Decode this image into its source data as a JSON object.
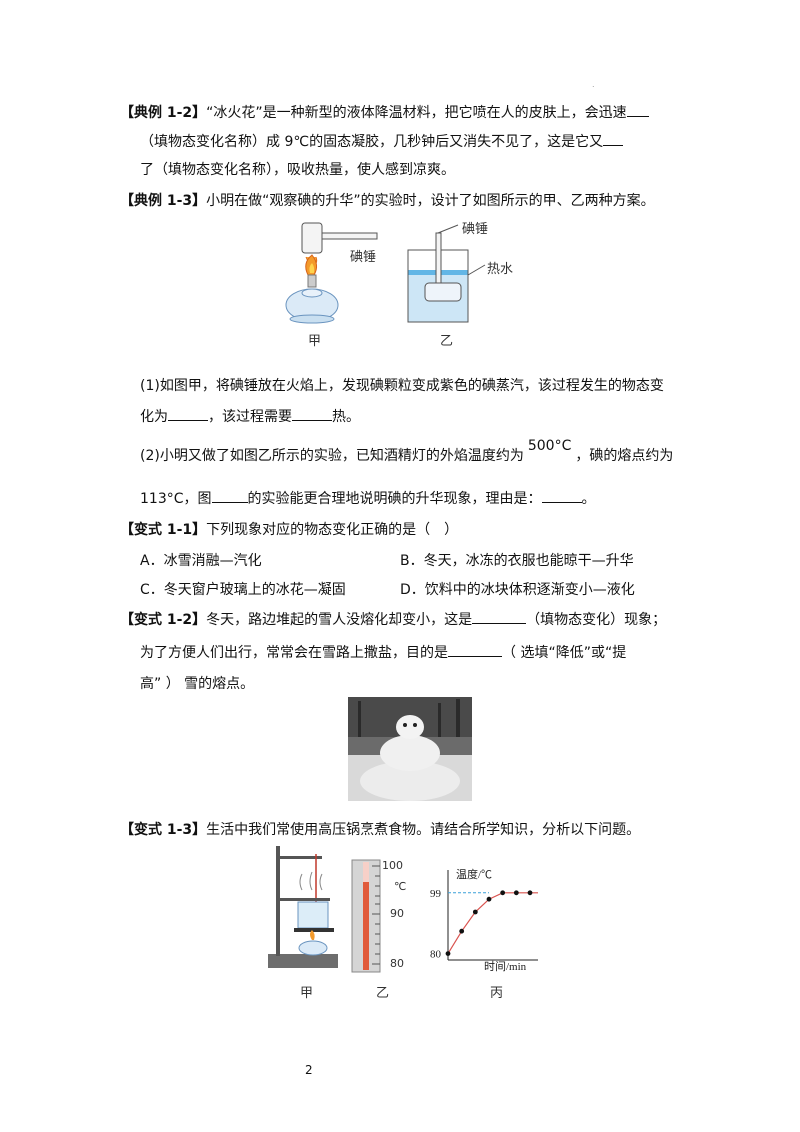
{
  "ex12": {
    "tag": "【典例 1-2】",
    "l1": "“冰火花”是一种新型的液体降温材料，把它喷在人的皮肤上，会迅速",
    "l2a": "（填物态变化名称）成 9℃的固态凝胶，几秒钟后又消失不见了，这是它又",
    "l3": "了（填物态变化名称），吸收热量，使人感到凉爽。"
  },
  "ex13": {
    "tag": "【典例 1-3】",
    "l1": "小明在做“观察碘的升华”的实验时，设计了如图所示的甲、乙两种方案。",
    "fig_label_hammer1": "碘锤",
    "fig_label_hammer2": "碘锤",
    "fig_label_water": "热水",
    "cap_a": "甲",
    "cap_b": "乙",
    "q1a": "(1)如图甲，将碘锤放在火焰上，发现碘颗粒变成紫色的碘蒸汽，该过程发生的物态变",
    "q1b_a": "化为",
    "q1b_b": "，该过程需要",
    "q1b_c": "热。",
    "q2a": "(2)小明又做了如图乙所示的实验，已知酒精灯的外焰温度约为",
    "q2temp": "500°C",
    "q2a2": "，碘的熔点约为",
    "q2b_a": "113°C，图",
    "q2b_b": "的实验能更合理地说明碘的升华现象，理由是：",
    "q2b_c": "。"
  },
  "var11": {
    "tag": "【变式 1-1】",
    "l1": "下列现象对应的物态变化正确的是（　）",
    "optA": "A．冰雪消融—汽化",
    "optB": "B．冬天，冰冻的衣服也能晾干—升华",
    "optC": "C．冬天窗户玻璃上的冰花—凝固",
    "optD": "D．饮料中的冰块体积逐渐变小—液化"
  },
  "var12": {
    "tag": "【变式 1-2】",
    "l1a": "冬天，路边堆起的雪人没熔化却变小，这是",
    "l1b": "（填物态变化）现象；",
    "l2a": "为了方便人们出行，常常会在雪路上撒盐，目的是",
    "l2b": "（ 选填“降低”或“提",
    "l3": "高” ） 雪的熔点。"
  },
  "var13": {
    "tag": "【变式 1-3】",
    "l1": "生活中我们常使用高压锅烹煮食物。请结合所学知识，分析以下问题。",
    "cap_a": "甲",
    "cap_b": "乙",
    "cap_c": "丙",
    "thermo_100": "100",
    "thermo_unit": "℃",
    "thermo_90": "90",
    "thermo_80": "80"
  },
  "chart_data": {
    "type": "line",
    "ylabel": "温度/℃",
    "xlabel": "时间/min",
    "yticks": [
      80,
      99
    ],
    "ylim": [
      78,
      103
    ],
    "x": [
      0,
      1,
      2,
      3,
      4,
      5,
      6
    ],
    "y": [
      80,
      87,
      93,
      97,
      99,
      99,
      99
    ],
    "dashed_reference": 99,
    "line_color": "#d9534f",
    "ref_color": "#3aa0d8"
  },
  "page_number": "2"
}
